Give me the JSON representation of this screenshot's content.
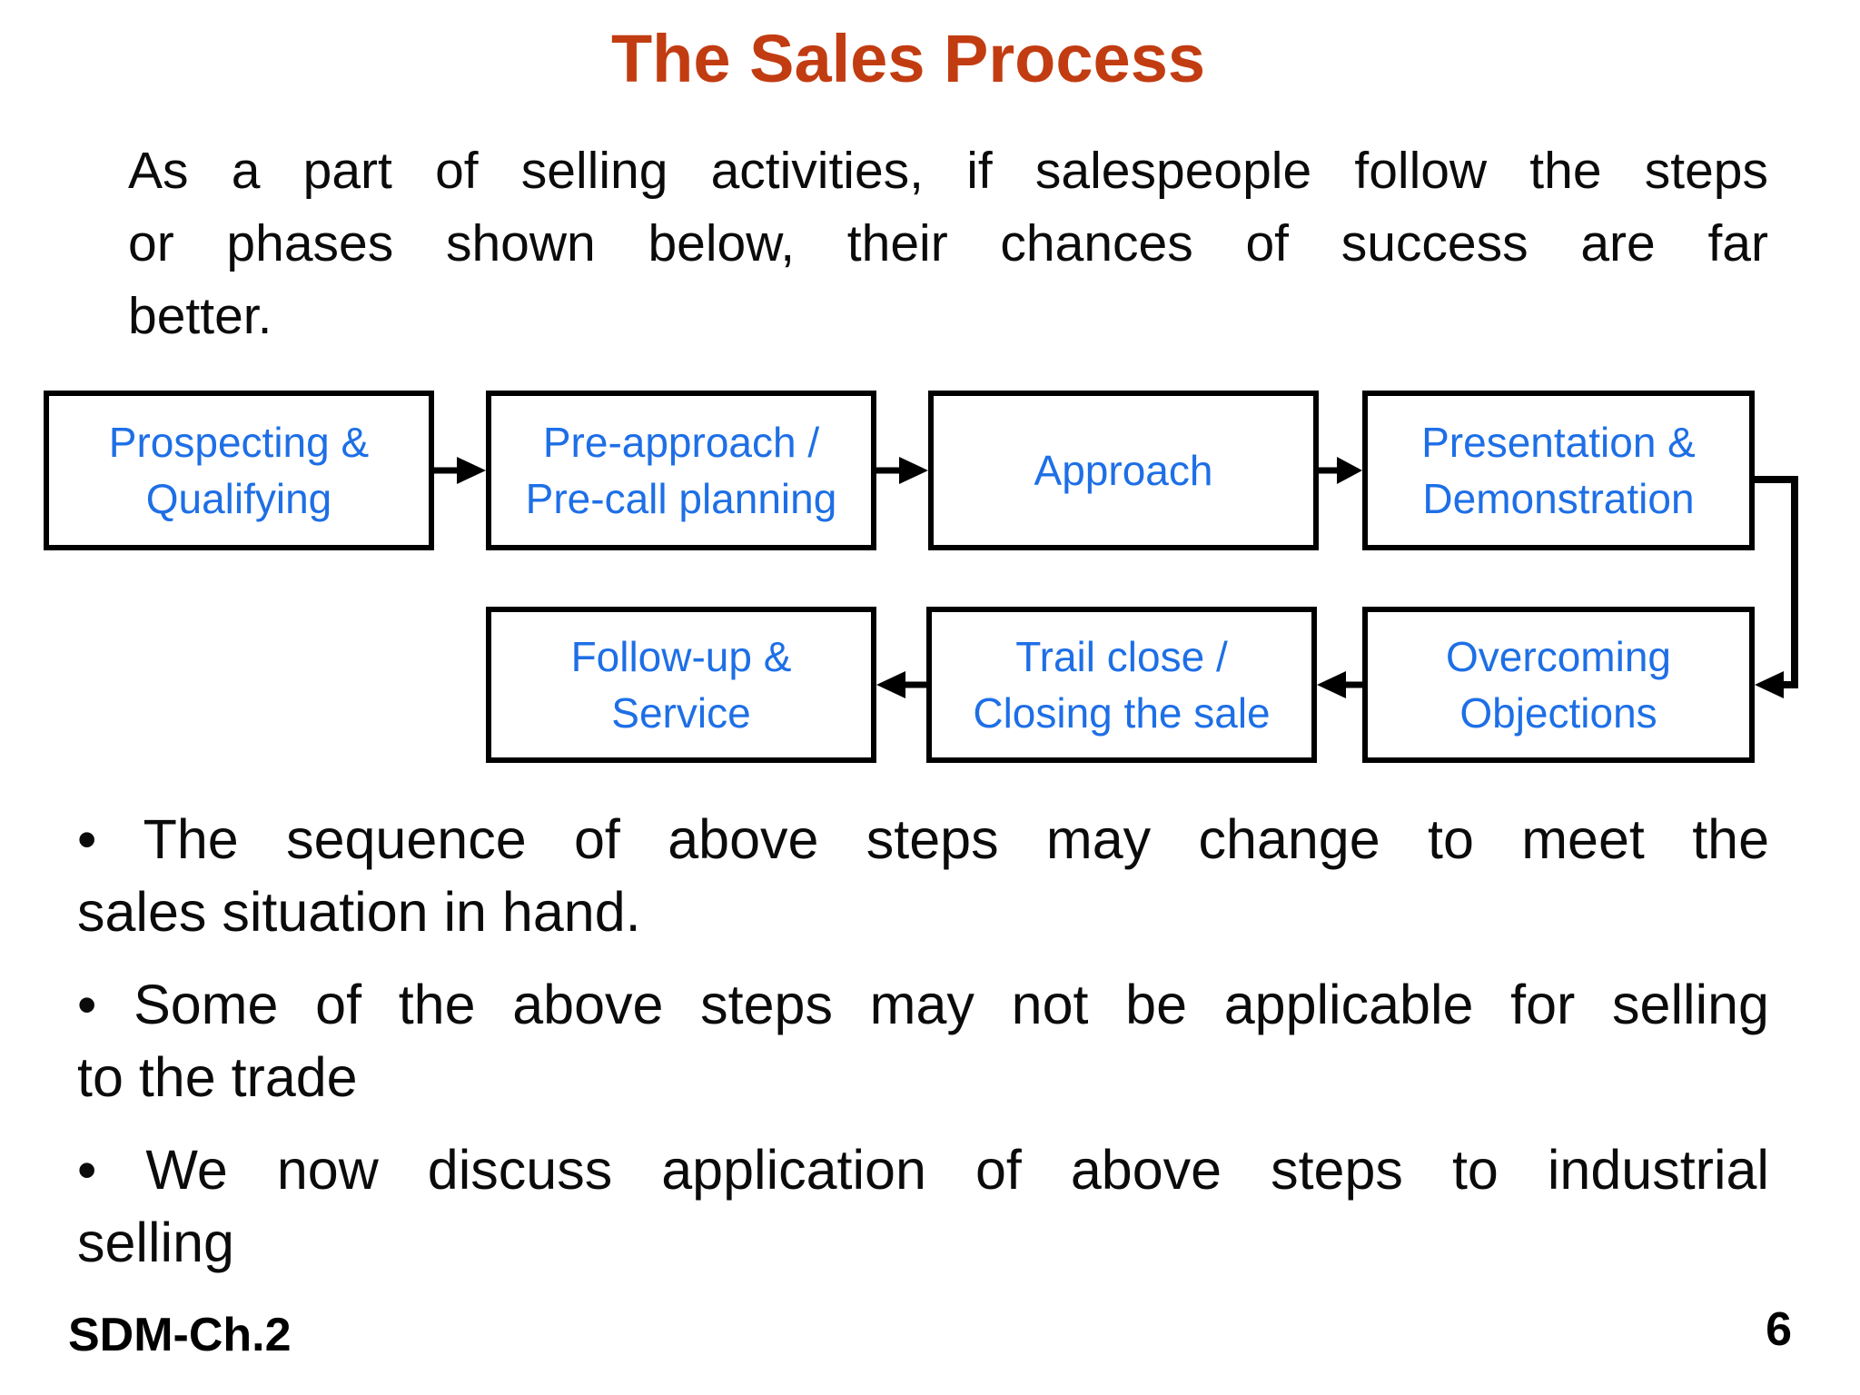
{
  "slide": {
    "title": {
      "text": "The Sales Process",
      "color": "#C23C12"
    },
    "intro": {
      "lines": [
        "As a part of selling activities, if salespeople follow the steps",
        "or phases shown below, their chances of success are far",
        "better."
      ]
    },
    "flowchart": {
      "text_color": "#1E6FE6",
      "border_color": "#000000",
      "boxes": [
        {
          "label": "Prospecting &\nQualifying"
        },
        {
          "label": "Pre-approach /\nPre-call planning"
        },
        {
          "label": "Approach"
        },
        {
          "label": "Presentation &\nDemonstration"
        },
        {
          "label": "Overcoming\nObjections"
        },
        {
          "label": "Trail close /\nClosing the sale"
        },
        {
          "label": "Follow-up &\nService"
        }
      ]
    },
    "bullets": [
      {
        "lines": [
          "• The sequence of above steps may change to meet the",
          "sales situation in hand."
        ]
      },
      {
        "lines": [
          "• Some of the above steps may not be applicable for selling",
          "to the trade"
        ]
      },
      {
        "lines": [
          "• We now discuss application of above steps to industrial",
          "selling"
        ]
      }
    ],
    "footer": {
      "left": "SDM-Ch.2",
      "page": "6"
    }
  }
}
